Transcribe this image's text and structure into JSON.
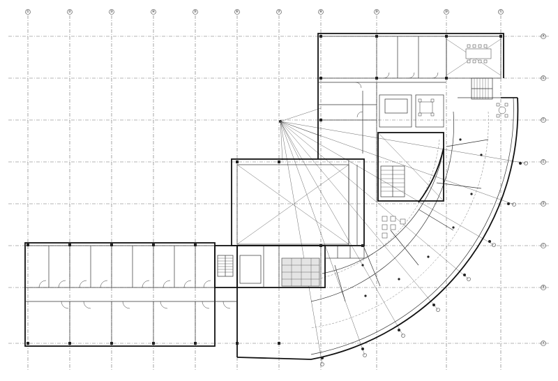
{
  "drawing": {
    "vertical_axes": [
      "①",
      "②",
      "③",
      "④",
      "⑤",
      "⑥",
      "⑦",
      "⑧",
      "⑨",
      "⑩",
      "⑪"
    ],
    "horizontal_axes": [
      "Ⓐ",
      "Ⓑ",
      "Ⓒ",
      "Ⓓ",
      "Ⓔ",
      "Ⓕ",
      "Ⓖ",
      "Ⓗ"
    ]
  }
}
